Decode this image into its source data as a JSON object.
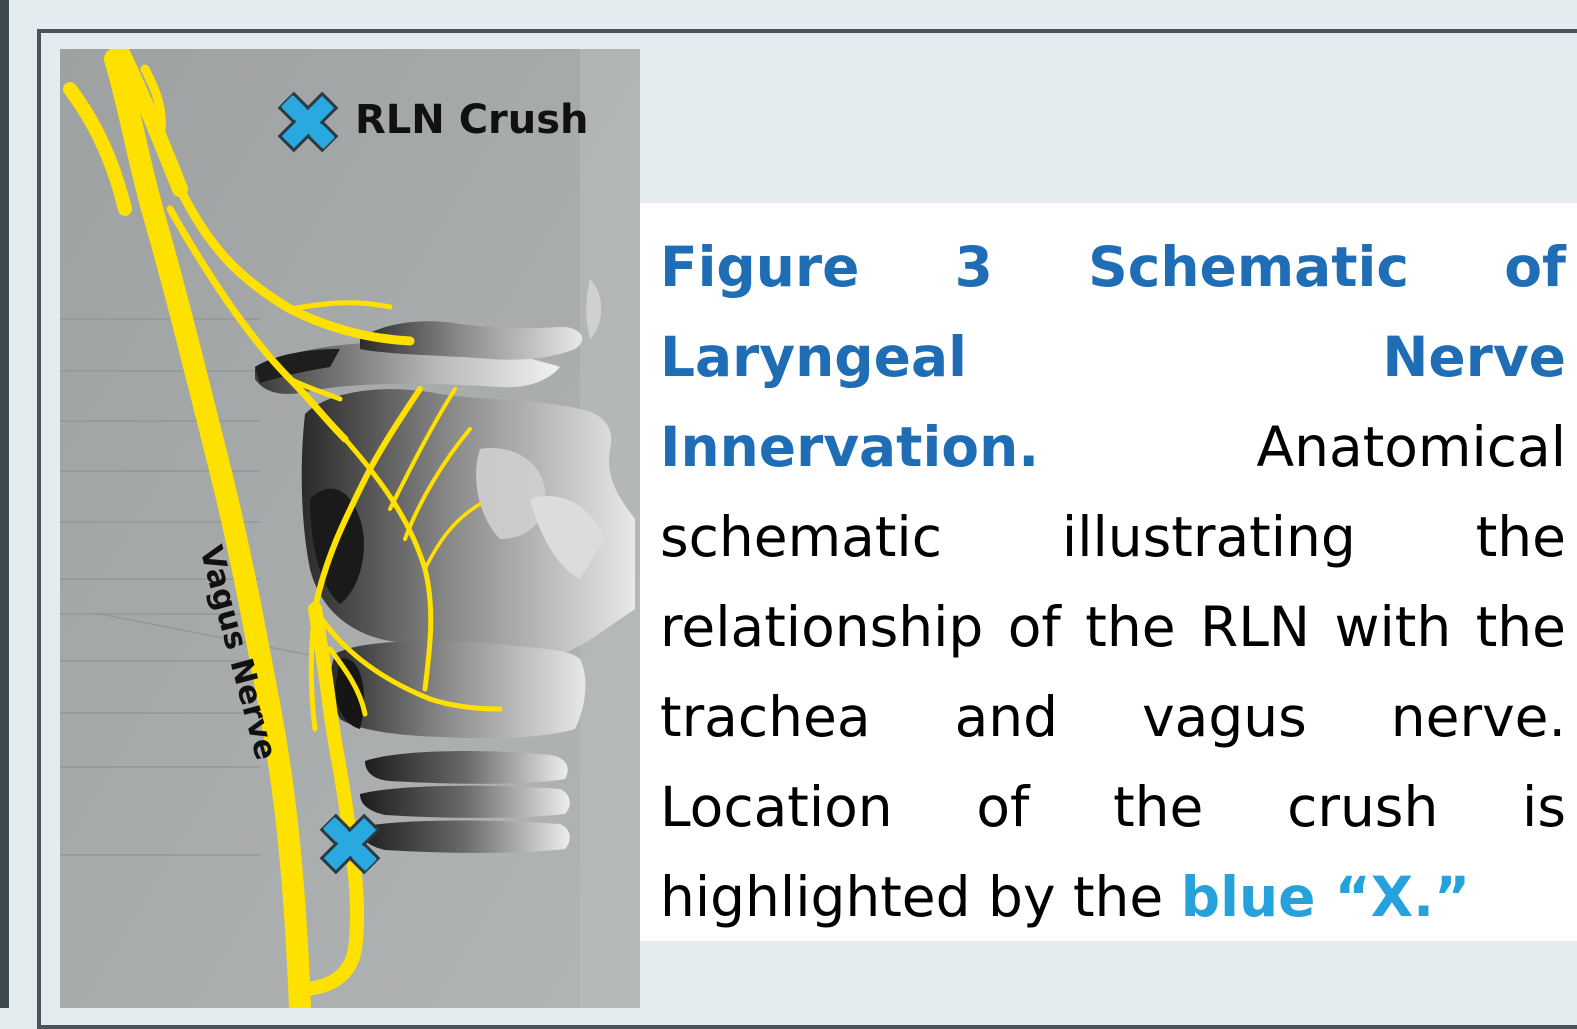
{
  "figure": {
    "crush_label": "RLN Crush",
    "vagus_label": "Vagus Nerve",
    "colors": {
      "nerve": "#ffe100",
      "marker": "#29a9e0",
      "background": "#a4a7a7"
    },
    "marker_icon": "x-mark-icon"
  },
  "caption": {
    "title": "Figure 3  Schematic of Laryngeal Nerve Innervation.",
    "body": " Anatomical schematic illustrating the relationship of the RLN with the trachea and vagus nerve. Location of the crush is highlighted by the ",
    "highlight": "blue “X.”",
    "colors": {
      "title": "#1f6db5",
      "highlight": "#25a2db"
    }
  }
}
